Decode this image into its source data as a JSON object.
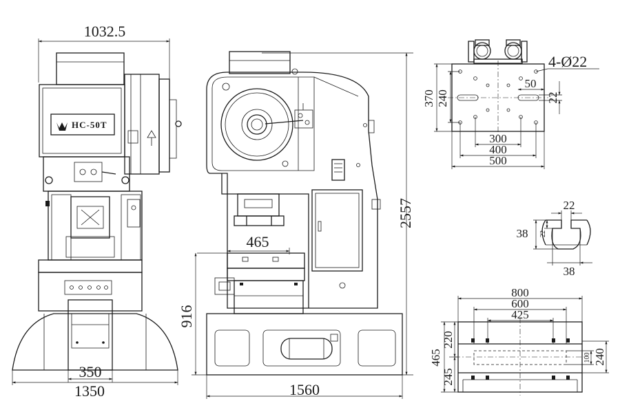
{
  "machine": {
    "model_label": "HC-50T"
  },
  "front_view": {
    "width_top": "1032.5",
    "width_base": "1350",
    "chute_width": "350"
  },
  "side_view": {
    "total_height": "2557",
    "table_height": "916",
    "table_depth": "465",
    "base_depth": "1560"
  },
  "slide_plan": {
    "holes": "4-Ø22",
    "overall_height": "370",
    "hole_spacing_v": "240",
    "slot_width": "50",
    "slot_offset": "22",
    "hole_spacing_300": "300",
    "hole_spacing_400": "400",
    "width_500": "500"
  },
  "tslot": {
    "top_width": "22",
    "height": "38",
    "neck": "22",
    "bottom_width": "38"
  },
  "bolster_plan": {
    "width_800": "800",
    "width_600": "600",
    "width_425": "425",
    "depth_465": "465",
    "dim_220": "220",
    "dim_245": "245",
    "hole_100": "100",
    "dim_240": "240"
  }
}
